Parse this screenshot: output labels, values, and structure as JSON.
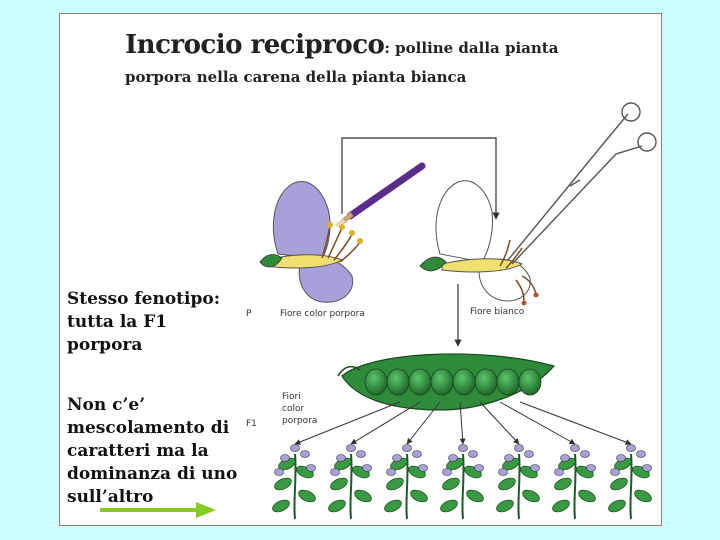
{
  "title": {
    "main": "Incrocio reciproco",
    "rest": ": polline dalla pianta",
    "line2": "porpora nella carena della pianta bianca"
  },
  "side": {
    "block1": [
      "Stesso fenotipo:",
      "tutta la F1",
      "porpora"
    ],
    "block2": [
      "Non c’e’",
      "mescolamento di",
      "caratteri ma la",
      "dominanza di uno",
      "sull’altro"
    ]
  },
  "labels": {
    "p": "P",
    "f1": "F1",
    "fiore_porpora": "Fiore color porpora",
    "fiore_bianco": "Fiore bianco",
    "fiori_color_porpora": [
      "Fiori",
      "color",
      "porpora"
    ]
  },
  "colors": {
    "background": "#ccffff",
    "purple_flower": "#a8a0d8",
    "pod": "#2f8a3a",
    "arrow": "#88cc22",
    "brush": "#5a2d8a"
  },
  "icons": [
    "paintbrush-icon",
    "scissors-icon",
    "arrow-right-icon"
  ],
  "plants_count": 7
}
